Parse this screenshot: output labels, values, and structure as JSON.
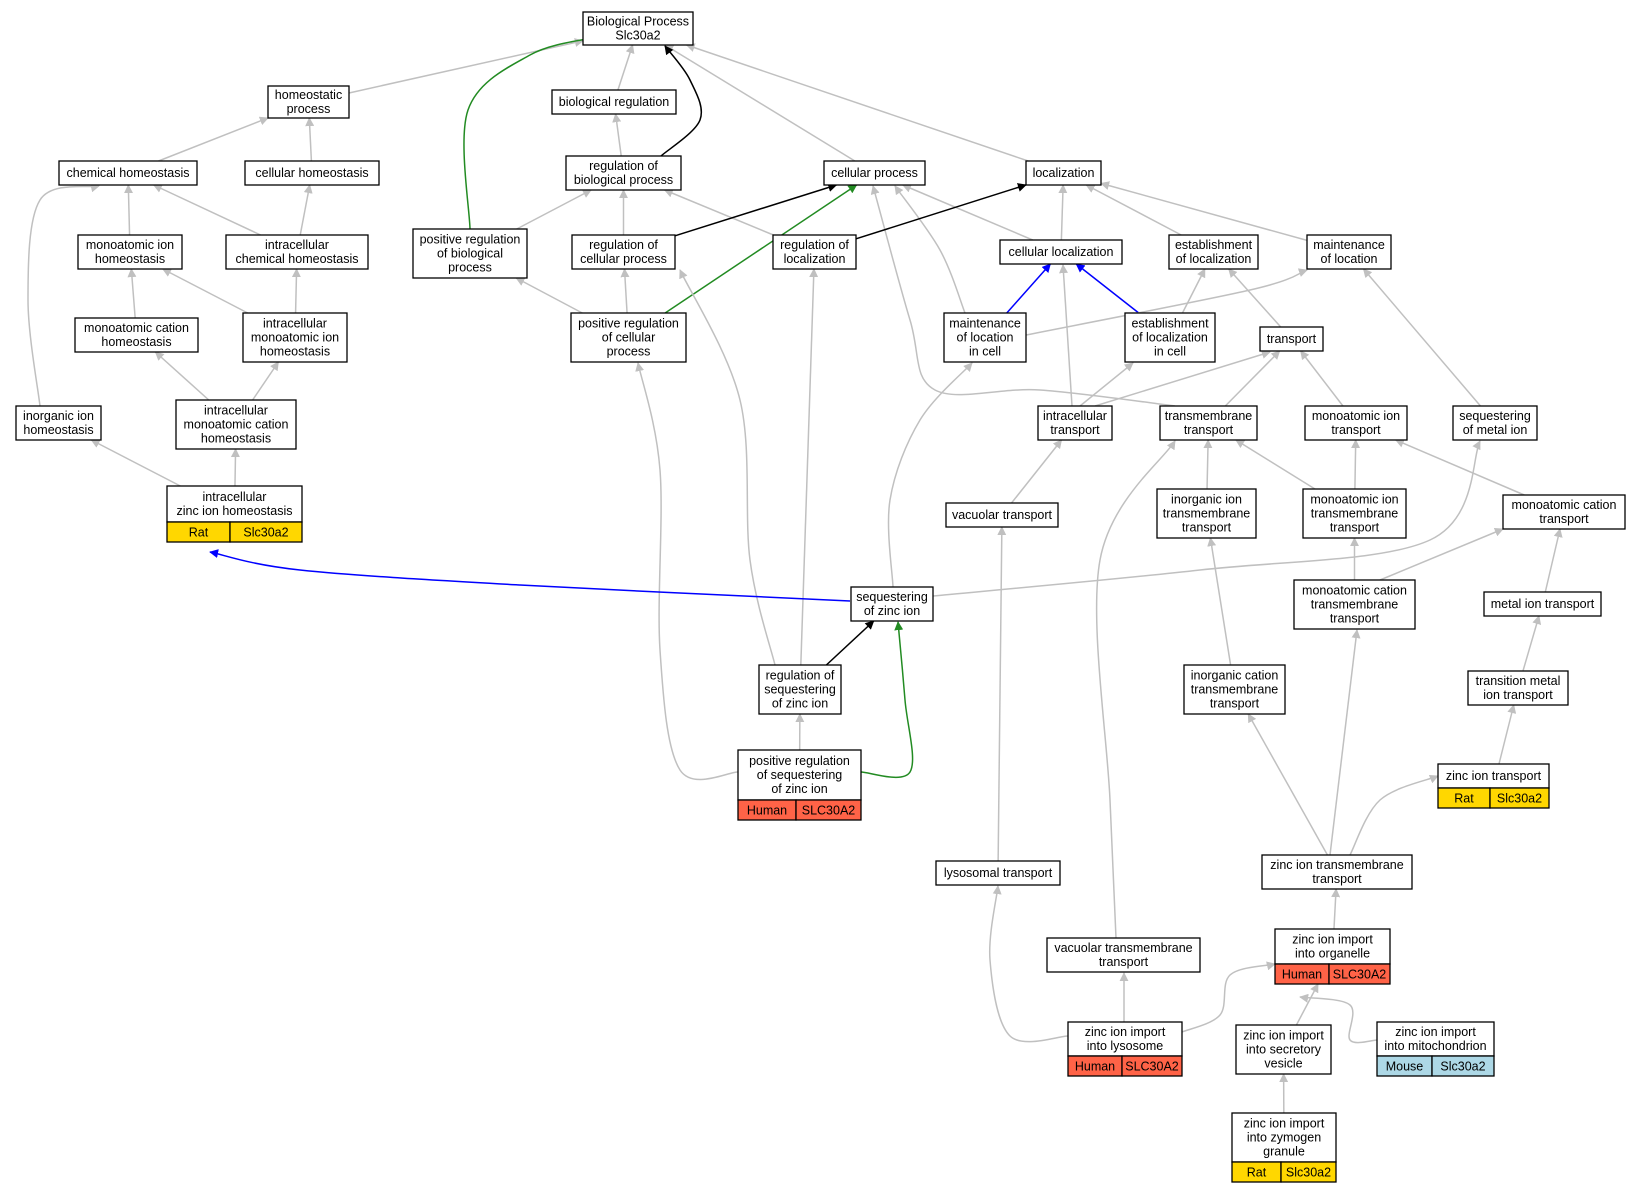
{
  "nodes": [
    {
      "id": "bp",
      "lines": [
        "Biological Process",
        "Slc30a2"
      ]
    },
    {
      "id": "homeo",
      "lines": [
        "homeostatic",
        "process"
      ]
    },
    {
      "id": "bioreg",
      "lines": [
        "biological regulation"
      ]
    },
    {
      "id": "chemhomeo",
      "lines": [
        "chemical homeostasis"
      ]
    },
    {
      "id": "cellhomeo",
      "lines": [
        "cellular homeostasis"
      ]
    },
    {
      "id": "regbp",
      "lines": [
        "regulation of",
        "biological process"
      ]
    },
    {
      "id": "cellproc",
      "lines": [
        "cellular process"
      ]
    },
    {
      "id": "loc",
      "lines": [
        "localization"
      ]
    },
    {
      "id": "ionhomeo",
      "lines": [
        "monoatomic ion",
        "homeostasis"
      ]
    },
    {
      "id": "icchemhomeo",
      "lines": [
        "intracellular",
        "chemical homeostasis"
      ]
    },
    {
      "id": "posregbp",
      "lines": [
        "positive regulation",
        "of biological",
        "process"
      ]
    },
    {
      "id": "regcp",
      "lines": [
        "regulation of",
        "cellular process"
      ]
    },
    {
      "id": "regloc",
      "lines": [
        "regulation of",
        "localization"
      ]
    },
    {
      "id": "cellloc",
      "lines": [
        "cellular localization"
      ]
    },
    {
      "id": "estloc",
      "lines": [
        "establishment",
        "of localization"
      ]
    },
    {
      "id": "maintloc",
      "lines": [
        "maintenance",
        "of location"
      ]
    },
    {
      "id": "cationhomeo",
      "lines": [
        "monoatomic cation",
        "homeostasis"
      ]
    },
    {
      "id": "icionhomeo",
      "lines": [
        "intracellular",
        "monoatomic ion",
        "homeostasis"
      ]
    },
    {
      "id": "posregcp",
      "lines": [
        "positive regulation",
        "of cellular",
        "process"
      ]
    },
    {
      "id": "maintlocincell",
      "lines": [
        "maintenance",
        "of location",
        "in cell"
      ]
    },
    {
      "id": "estlocincell",
      "lines": [
        "establishment",
        "of localization",
        "in cell"
      ]
    },
    {
      "id": "transport",
      "lines": [
        "transport"
      ]
    },
    {
      "id": "inorghomeo",
      "lines": [
        "inorganic ion",
        "homeostasis"
      ]
    },
    {
      "id": "iccationhomeo",
      "lines": [
        "intracellular",
        "monoatomic cation",
        "homeostasis"
      ]
    },
    {
      "id": "ictransport",
      "lines": [
        "intracellular",
        "transport"
      ]
    },
    {
      "id": "tmtransport",
      "lines": [
        "transmembrane",
        "transport"
      ]
    },
    {
      "id": "iontransport",
      "lines": [
        "monoatomic ion",
        "transport"
      ]
    },
    {
      "id": "seqmetal",
      "lines": [
        "sequestering",
        "of metal ion"
      ]
    },
    {
      "id": "iczinchomeo",
      "lines": [
        "intracellular",
        "zinc ion homeostasis"
      ],
      "gene": [
        "Rat",
        "Slc30a2"
      ],
      "species": "rat"
    },
    {
      "id": "vactransport",
      "lines": [
        "vacuolar transport"
      ]
    },
    {
      "id": "inorgiontm",
      "lines": [
        "inorganic ion",
        "transmembrane",
        "transport"
      ]
    },
    {
      "id": "iontm",
      "lines": [
        "monoatomic ion",
        "transmembrane",
        "transport"
      ]
    },
    {
      "id": "cationtransport",
      "lines": [
        "monoatomic cation",
        "transport"
      ]
    },
    {
      "id": "seqzinc",
      "lines": [
        "sequestering",
        "of zinc ion"
      ]
    },
    {
      "id": "cationtm",
      "lines": [
        "monoatomic cation",
        "transmembrane",
        "transport"
      ]
    },
    {
      "id": "metaliontransport",
      "lines": [
        "metal ion transport"
      ]
    },
    {
      "id": "regseqzinc",
      "lines": [
        "regulation of",
        "sequestering",
        "of zinc ion"
      ]
    },
    {
      "id": "inorgcationtm",
      "lines": [
        "inorganic cation",
        "transmembrane",
        "transport"
      ]
    },
    {
      "id": "transmetal",
      "lines": [
        "transition metal",
        "ion transport"
      ]
    },
    {
      "id": "posregseqzinc",
      "lines": [
        "positive regulation",
        "of sequestering",
        "of zinc ion"
      ],
      "gene": [
        "Human",
        "SLC30A2"
      ],
      "species": "human"
    },
    {
      "id": "zinctransport",
      "lines": [
        "zinc ion transport"
      ],
      "gene": [
        "Rat",
        "Slc30a2"
      ],
      "species": "rat"
    },
    {
      "id": "lysotransport",
      "lines": [
        "lysosomal transport"
      ]
    },
    {
      "id": "zinctm",
      "lines": [
        "zinc ion transmembrane",
        "transport"
      ]
    },
    {
      "id": "vactm",
      "lines": [
        "vacuolar transmembrane",
        "transport"
      ]
    },
    {
      "id": "zincorganelle",
      "lines": [
        "zinc ion import",
        "into organelle"
      ],
      "gene": [
        "Human",
        "SLC30A2"
      ],
      "species": "human"
    },
    {
      "id": "zinclyso",
      "lines": [
        "zinc ion import",
        "into lysosome"
      ],
      "gene": [
        "Human",
        "SLC30A2"
      ],
      "species": "human"
    },
    {
      "id": "zincsecves",
      "lines": [
        "zinc ion import",
        "into secretory",
        "vesicle"
      ]
    },
    {
      "id": "zincmito",
      "lines": [
        "zinc ion import",
        "into mitochondrion"
      ],
      "gene": [
        "Mouse",
        "Slc30a2"
      ],
      "species": "mouse"
    },
    {
      "id": "zinczymo",
      "lines": [
        "zinc ion import",
        "into zymogen",
        "granule"
      ],
      "gene": [
        "Rat",
        "Slc30a2"
      ],
      "species": "rat"
    }
  ],
  "edges": [
    {
      "from": "homeo",
      "to": "bp",
      "type": "is_a"
    },
    {
      "from": "bioreg",
      "to": "bp",
      "type": "is_a"
    },
    {
      "from": "cellproc",
      "to": "bp",
      "type": "is_a"
    },
    {
      "from": "loc",
      "to": "bp",
      "type": "is_a"
    },
    {
      "from": "regbp",
      "to": "bp",
      "type": "regulates"
    },
    {
      "from": "posregbp",
      "to": "bp",
      "type": "positively_regulates"
    },
    {
      "from": "chemhomeo",
      "to": "homeo",
      "type": "is_a"
    },
    {
      "from": "cellhomeo",
      "to": "homeo",
      "type": "is_a"
    },
    {
      "from": "regbp",
      "to": "bioreg",
      "type": "is_a"
    },
    {
      "from": "ionhomeo",
      "to": "chemhomeo",
      "type": "is_a"
    },
    {
      "from": "icchemhomeo",
      "to": "chemhomeo",
      "type": "is_a"
    },
    {
      "from": "inorghomeo",
      "to": "chemhomeo",
      "type": "is_a"
    },
    {
      "from": "icchemhomeo",
      "to": "cellhomeo",
      "type": "is_a"
    },
    {
      "from": "posregbp",
      "to": "regbp",
      "type": "is_a"
    },
    {
      "from": "regcp",
      "to": "regbp",
      "type": "is_a"
    },
    {
      "from": "regloc",
      "to": "regbp",
      "type": "is_a"
    },
    {
      "from": "regcp",
      "to": "cellproc",
      "type": "regulates"
    },
    {
      "from": "posregcp",
      "to": "cellproc",
      "type": "positively_regulates"
    },
    {
      "from": "cellloc",
      "to": "cellproc",
      "type": "is_a"
    },
    {
      "from": "maintlocincell",
      "to": "cellproc",
      "type": "is_a"
    },
    {
      "from": "tmtransport",
      "to": "cellproc",
      "type": "is_a"
    },
    {
      "from": "regloc",
      "to": "loc",
      "type": "regulates"
    },
    {
      "from": "cellloc",
      "to": "loc",
      "type": "is_a"
    },
    {
      "from": "estloc",
      "to": "loc",
      "type": "is_a"
    },
    {
      "from": "maintloc",
      "to": "loc",
      "type": "is_a"
    },
    {
      "from": "cationhomeo",
      "to": "ionhomeo",
      "type": "is_a"
    },
    {
      "from": "icionhomeo",
      "to": "ionhomeo",
      "type": "is_a"
    },
    {
      "from": "icionhomeo",
      "to": "icchemhomeo",
      "type": "is_a"
    },
    {
      "from": "posregcp",
      "to": "posregbp",
      "type": "is_a"
    },
    {
      "from": "posregcp",
      "to": "regcp",
      "type": "is_a"
    },
    {
      "from": "regseqzinc",
      "to": "regcp",
      "type": "is_a"
    },
    {
      "from": "regseqzinc",
      "to": "regloc",
      "type": "is_a"
    },
    {
      "from": "maintlocincell",
      "to": "cellloc",
      "type": "part_of"
    },
    {
      "from": "estlocincell",
      "to": "cellloc",
      "type": "part_of"
    },
    {
      "from": "ictransport",
      "to": "cellloc",
      "type": "is_a"
    },
    {
      "from": "estlocincell",
      "to": "estloc",
      "type": "is_a"
    },
    {
      "from": "transport",
      "to": "estloc",
      "type": "is_a"
    },
    {
      "from": "maintlocincell",
      "to": "maintloc",
      "type": "is_a"
    },
    {
      "from": "seqmetal",
      "to": "maintloc",
      "type": "is_a"
    },
    {
      "from": "iccationhomeo",
      "to": "cationhomeo",
      "type": "is_a"
    },
    {
      "from": "iccationhomeo",
      "to": "icionhomeo",
      "type": "is_a"
    },
    {
      "from": "posregseqzinc",
      "to": "posregcp",
      "type": "is_a"
    },
    {
      "from": "seqzinc",
      "to": "maintlocincell",
      "type": "is_a"
    },
    {
      "from": "ictransport",
      "to": "estlocincell",
      "type": "is_a"
    },
    {
      "from": "ictransport",
      "to": "transport",
      "type": "is_a"
    },
    {
      "from": "tmtransport",
      "to": "transport",
      "type": "is_a"
    },
    {
      "from": "iontransport",
      "to": "transport",
      "type": "is_a"
    },
    {
      "from": "iczinchomeo",
      "to": "inorghomeo",
      "type": "is_a"
    },
    {
      "from": "iczinchomeo",
      "to": "iccationhomeo",
      "type": "is_a"
    },
    {
      "from": "vactransport",
      "to": "ictransport",
      "type": "is_a"
    },
    {
      "from": "inorgiontm",
      "to": "tmtransport",
      "type": "is_a"
    },
    {
      "from": "iontm",
      "to": "tmtransport",
      "type": "is_a"
    },
    {
      "from": "vactm",
      "to": "tmtransport",
      "type": "is_a"
    },
    {
      "from": "iontm",
      "to": "iontransport",
      "type": "is_a"
    },
    {
      "from": "cationtransport",
      "to": "iontransport",
      "type": "is_a"
    },
    {
      "from": "seqzinc",
      "to": "seqmetal",
      "type": "is_a"
    },
    {
      "from": "seqzinc",
      "to": "iczinchomeo",
      "type": "part_of"
    },
    {
      "from": "lysotransport",
      "to": "vactransport",
      "type": "is_a"
    },
    {
      "from": "inorgcationtm",
      "to": "inorgiontm",
      "type": "is_a"
    },
    {
      "from": "cationtm",
      "to": "iontm",
      "type": "is_a"
    },
    {
      "from": "cationtm",
      "to": "cationtransport",
      "type": "is_a"
    },
    {
      "from": "metaliontransport",
      "to": "cationtransport",
      "type": "is_a"
    },
    {
      "from": "regseqzinc",
      "to": "seqzinc",
      "type": "regulates"
    },
    {
      "from": "posregseqzinc",
      "to": "seqzinc",
      "type": "positively_regulates"
    },
    {
      "from": "transmetal",
      "to": "metaliontransport",
      "type": "is_a"
    },
    {
      "from": "posregseqzinc",
      "to": "regseqzinc",
      "type": "is_a"
    },
    {
      "from": "zinctm",
      "to": "inorgcationtm",
      "type": "is_a"
    },
    {
      "from": "zinctm",
      "to": "cationtm",
      "type": "is_a"
    },
    {
      "from": "zinctm",
      "to": "zinctransport",
      "type": "is_a"
    },
    {
      "from": "zinctransport",
      "to": "transmetal",
      "type": "is_a"
    },
    {
      "from": "zincorganelle",
      "to": "zinctm",
      "type": "is_a"
    },
    {
      "from": "zinclyso",
      "to": "lysotransport",
      "type": "is_a"
    },
    {
      "from": "zinclyso",
      "to": "vactm",
      "type": "is_a"
    },
    {
      "from": "zinclyso",
      "to": "zincorganelle",
      "type": "is_a"
    },
    {
      "from": "zincsecves",
      "to": "zincorganelle",
      "type": "is_a"
    },
    {
      "from": "zincmito",
      "to": "zincorganelle",
      "type": "is_a"
    },
    {
      "from": "zinczymo",
      "to": "zincsecves",
      "type": "is_a"
    }
  ],
  "colors": {
    "is_a": "#c0c0c0",
    "regulates": "#000000",
    "positively_regulates": "#228b22",
    "part_of": "#0000ff",
    "rat": "#ffd700",
    "human": "#ff6347",
    "mouse": "#add8e6"
  }
}
